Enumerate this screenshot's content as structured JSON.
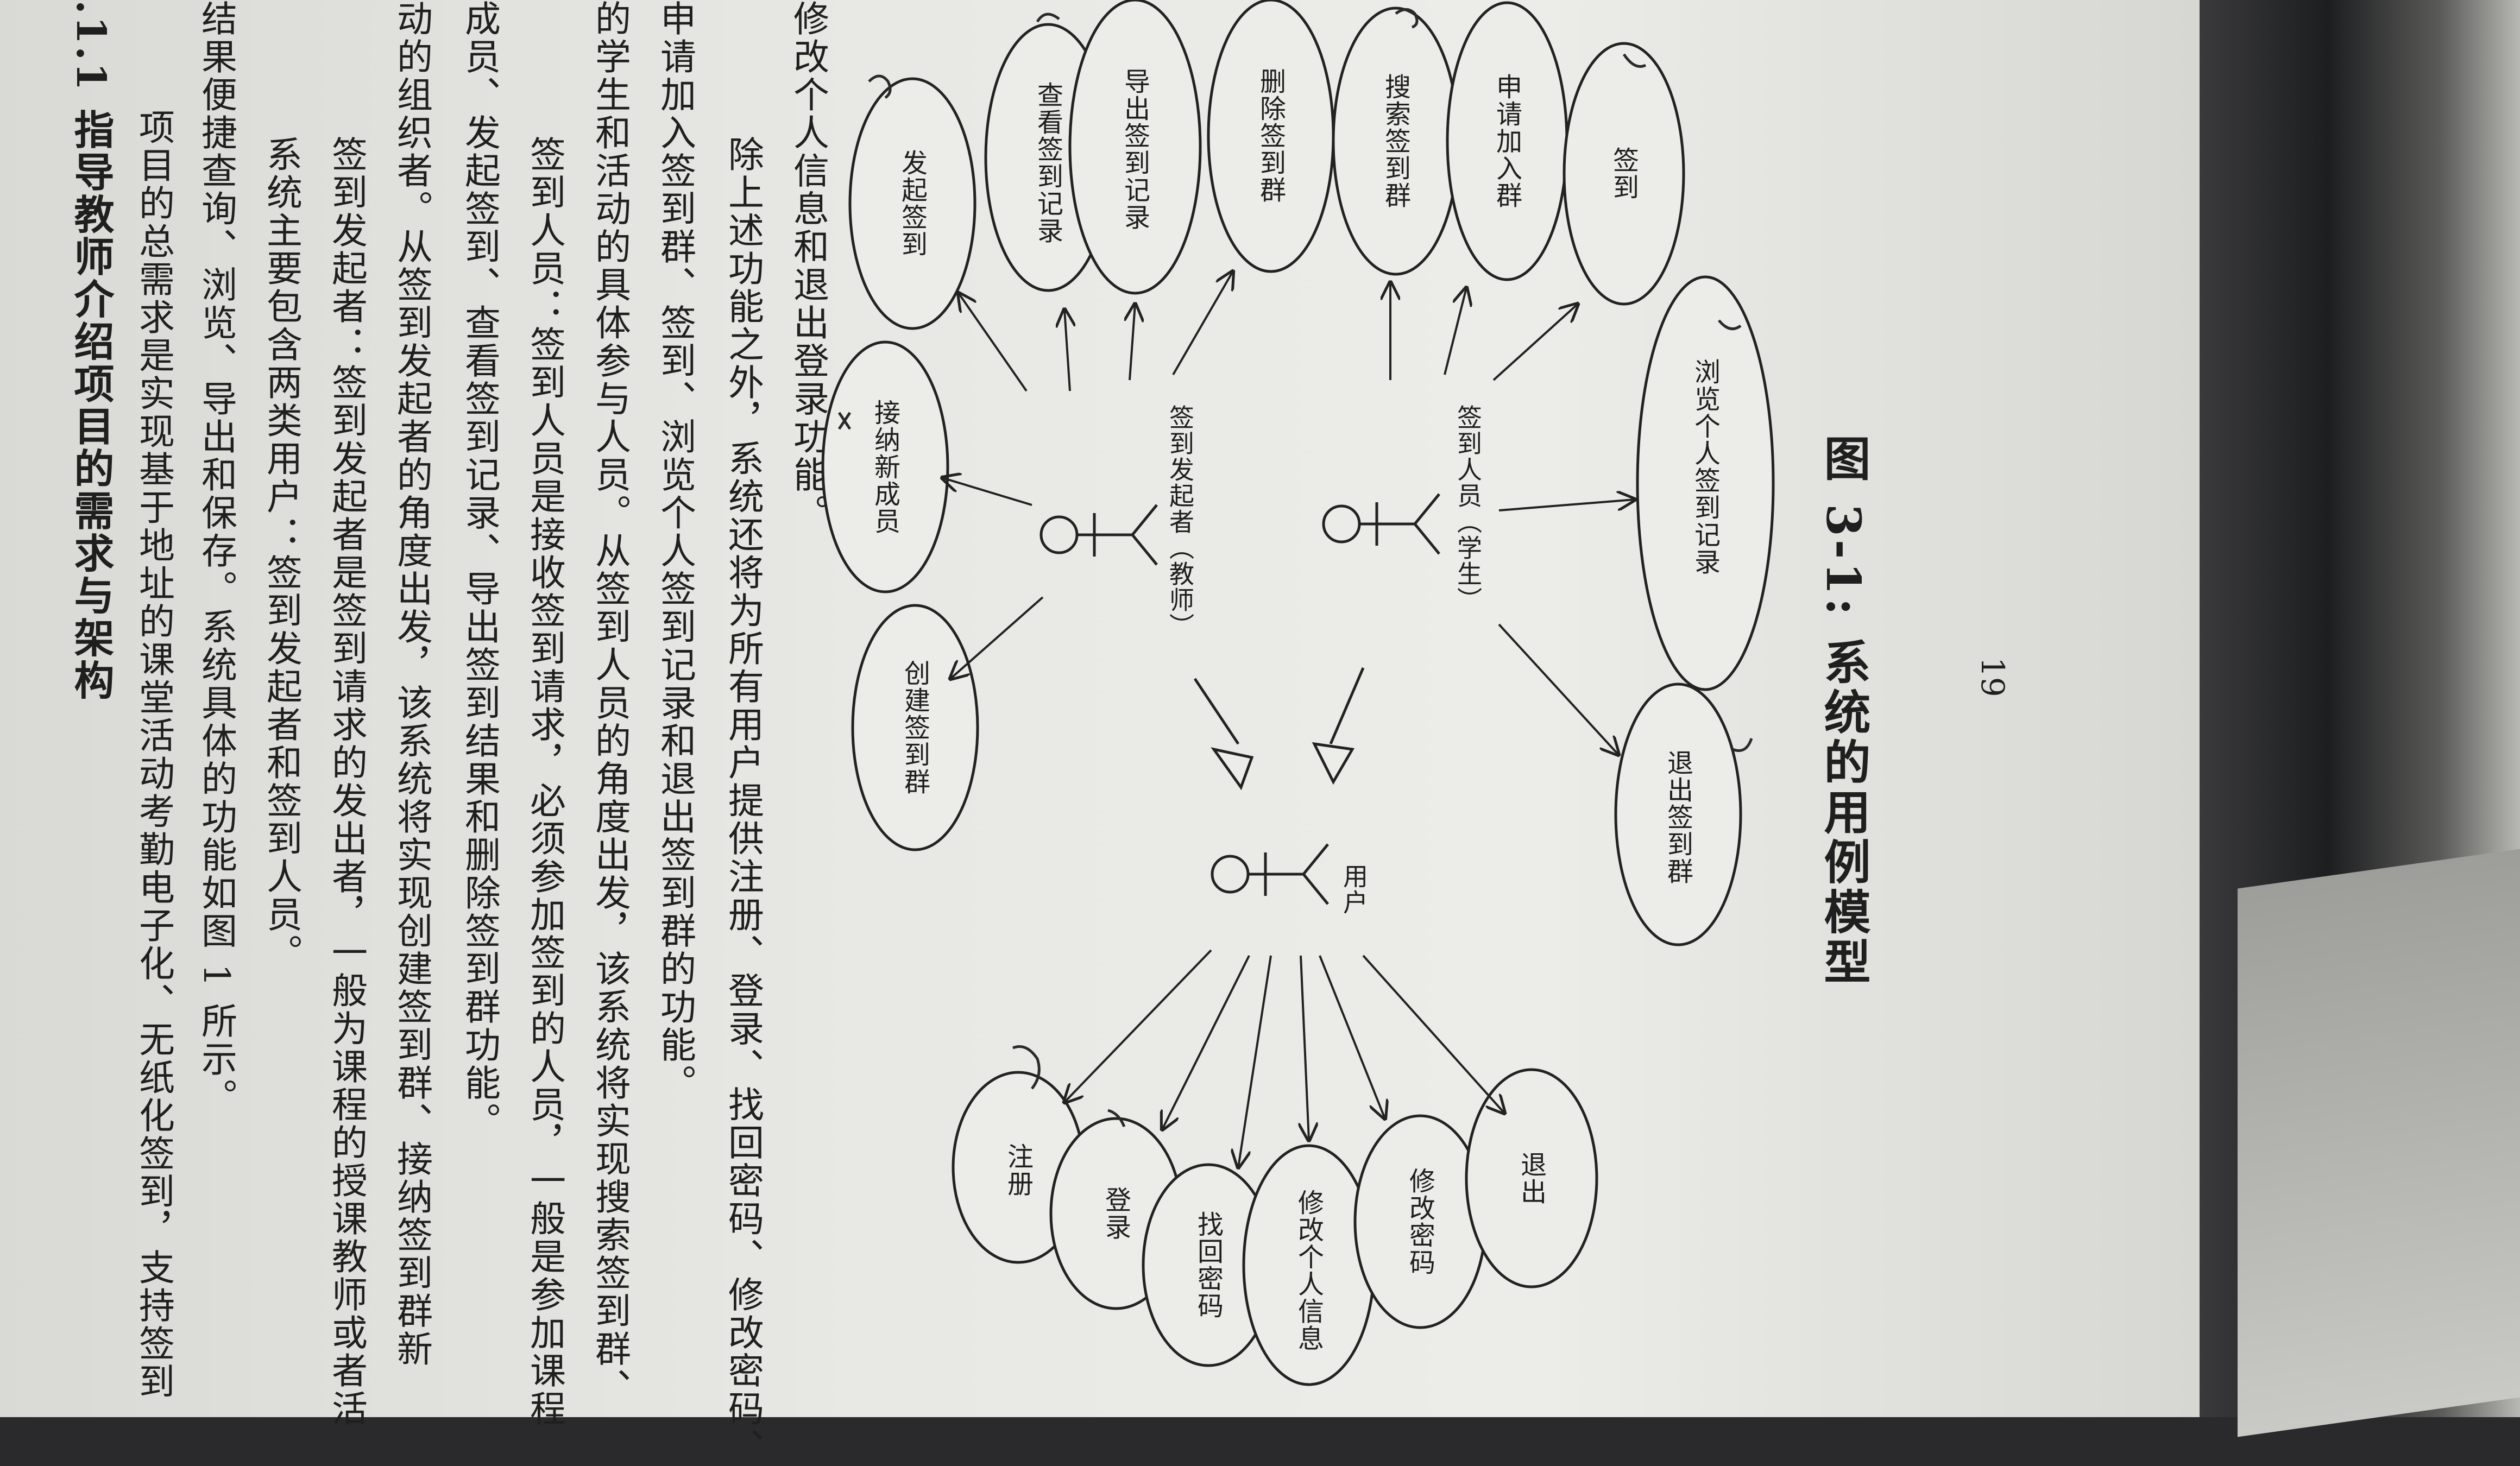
{
  "heading": ".1.1 指导教师介绍项目的需求与架构",
  "paragraph_lines": [
    "项目的总需求是实现基于地址的课堂活动考勤电子化、无纸化签到，支持签到",
    "结果便捷查询、浏览、导出和保存。系统具体的功能如图 1 所示。",
    "系统主要包含两类用户：签到发起者和签到人员。",
    "签到发起者：签到发起者是签到请求的发出者，一般为课程的授课教师或者活",
    "动的组织者。从签到发起者的角度出发，该系统将实现创建签到群、接纳签到群新",
    "成员、发起签到、查看签到记录、导出签到结果和删除签到群功能。",
    "签到人员：签到人员是接收签到请求，必须参加签到的人员，一般是参加课程",
    "的学生和活动的具体参与人员。从签到人员的角度出发，该系统将实现搜索签到群、",
    "申请加入签到群、签到、浏览个人签到记录和退出签到群的功能。",
    "除上述功能之外，系统还将为所有用户提供注册、登录、找回密码、修改密码、",
    "修改个人信息和退出登录功能。"
  ],
  "diagram": {
    "actors": {
      "user": "用户",
      "initiator": "签到发起者（教师）",
      "attendee": "签到人员（学生）"
    },
    "user_use_cases": [
      "注册",
      "登录",
      "找回密码",
      "修改个人信息",
      "修改密码",
      "退出"
    ],
    "initiator_use_cases": [
      "创建签到群",
      "接纳新成员",
      "发起签到",
      "查看签到记录",
      "导出签到记录",
      "删除签到群"
    ],
    "attendee_use_cases": [
      "搜索签到群",
      "申请加入群",
      "签到",
      "浏览个人签到记录",
      "退出签到群"
    ]
  },
  "caption": "图 3-1:  系统的用例模型",
  "page_number": "19"
}
